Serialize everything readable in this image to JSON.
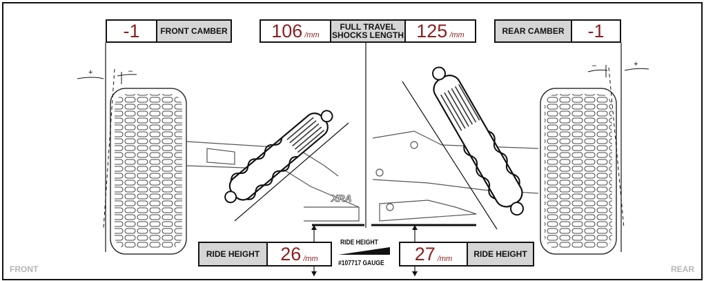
{
  "front_camber": {
    "label": "FRONT CAMBER",
    "value": "-1"
  },
  "rear_camber": {
    "label": "REAR CAMBER",
    "value": "-1"
  },
  "shocks": {
    "label_line1": "FULL TRAVEL",
    "label_line2": "SHOCKS LENGTH",
    "front_value": "106",
    "rear_value": "125",
    "unit": "/mm"
  },
  "ride_height_front": {
    "label": "RIDE HEIGHT",
    "value": "26",
    "unit": "/mm"
  },
  "ride_height_rear": {
    "label": "RIDE HEIGHT",
    "value": "27",
    "unit": "/mm"
  },
  "gauge": {
    "title": "RIDE HEIGHT",
    "part": "#107717 GAUGE"
  },
  "corner_labels": {
    "front": "FRONT",
    "rear": "REAR"
  },
  "camber_marks": {
    "plus": "+",
    "minus": "–"
  },
  "chassis_logo": "XRA",
  "colors": {
    "value_red": "#8b1f1f",
    "label_grey": "#d5d5d5",
    "line": "#111111"
  }
}
